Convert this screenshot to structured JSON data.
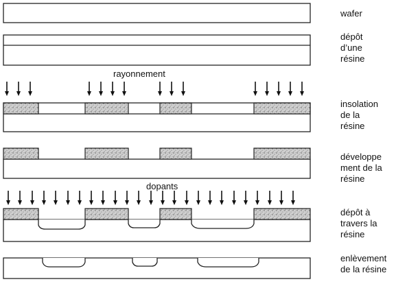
{
  "labels": {
    "wafer": [
      "wafer"
    ],
    "depot_resine": [
      "dépôt",
      "d’une",
      "résine"
    ],
    "insolation": [
      "insolation",
      "de la",
      "résine"
    ],
    "developpement": [
      "développe",
      "ment de la",
      "résine"
    ],
    "depot_travers": [
      "dépôt à",
      "travers la",
      "résine"
    ],
    "enlevement": [
      "enlèvement",
      "de la résine"
    ]
  },
  "annotations": {
    "rayonnement": "rayonnement",
    "dopants": "dopants"
  },
  "colors": {
    "line": "#222222",
    "resist_fill": "#cfcfcf",
    "resist_speckle": "#555555"
  }
}
